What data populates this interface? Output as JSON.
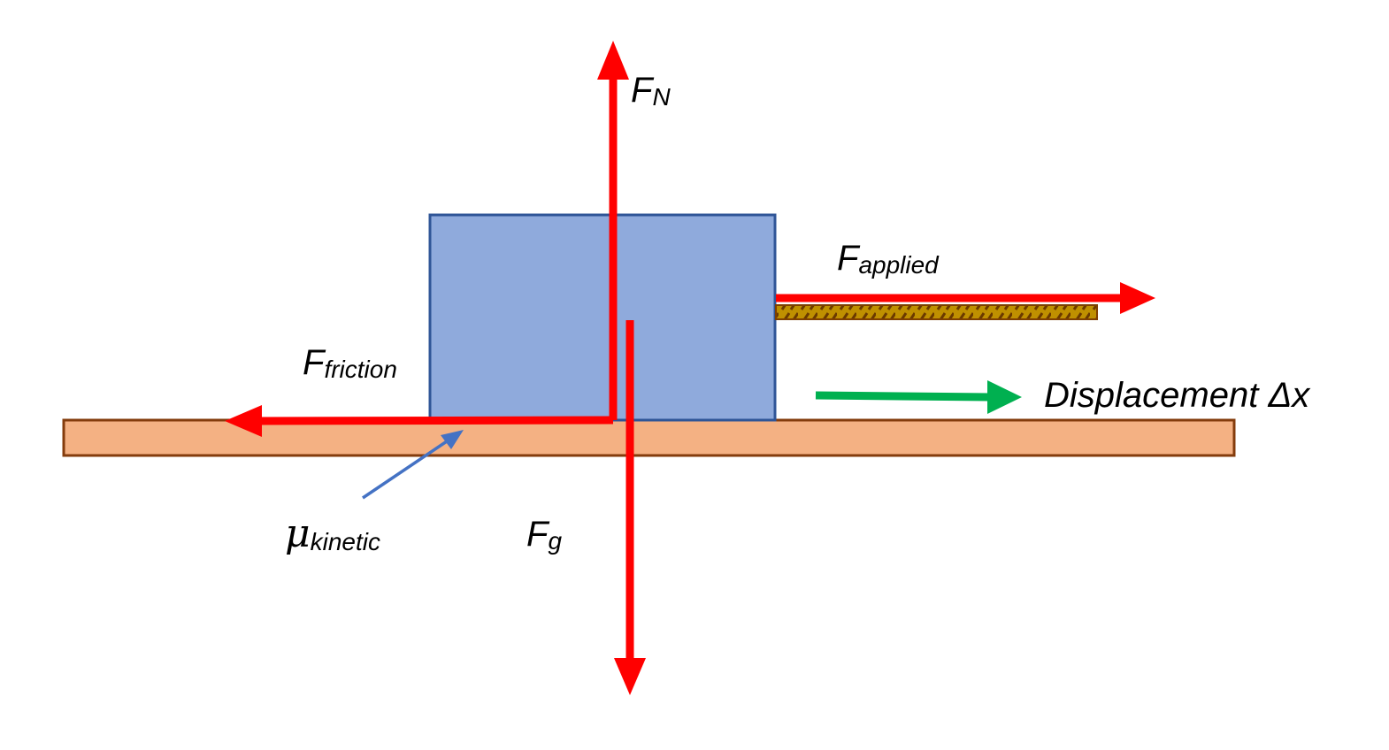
{
  "labels": {
    "normal_force": {
      "base": "F",
      "sub": "N"
    },
    "applied_force": {
      "base": "F",
      "sub": "applied"
    },
    "friction_force": {
      "base": "F",
      "sub": "friction"
    },
    "gravity_force": {
      "base": "F",
      "sub": "g"
    },
    "coefficient": {
      "base": "μ",
      "sub": "kinetic"
    },
    "displacement": "Displacement Δx"
  },
  "colors": {
    "force_arrow": "#ff0000",
    "displacement_arrow": "#00b050",
    "block_fill": "#8faadc",
    "block_stroke": "#2f5597",
    "surface_fill": "#f4b183",
    "surface_stroke": "#843c0c",
    "rope_fill": "#bf9000",
    "rope_stroke": "#7f3f00",
    "pointer_arrow": "#4472c4"
  }
}
